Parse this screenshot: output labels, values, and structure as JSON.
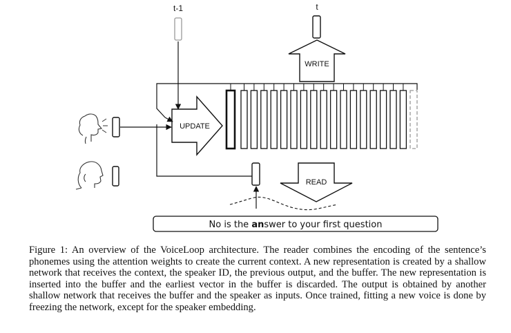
{
  "diagram": {
    "label_t_minus_1": "t-1",
    "label_t": "t",
    "write_label": "WRITE",
    "update_label": "UPDATE",
    "read_label": "READ",
    "sentence": {
      "pre": "No is the ",
      "highlight": "an",
      "post": "swer to your first question"
    }
  },
  "caption": "Figure 1: An overview of the VoiceLoop architecture. The reader combines the encoding of the sentence’s phonemes using the attention weights to create the current context. A new representation is created by a shallow network that receives the context, the speaker ID, the previous output, and the buffer. The new representation is inserted into the buffer and the earliest vector in the buffer is discarded. The output is obtained by another shallow network that receives the buffer and the speaker as inputs. Once trained, fitting a new voice is done by freezing the network, except for the speaker embedding."
}
